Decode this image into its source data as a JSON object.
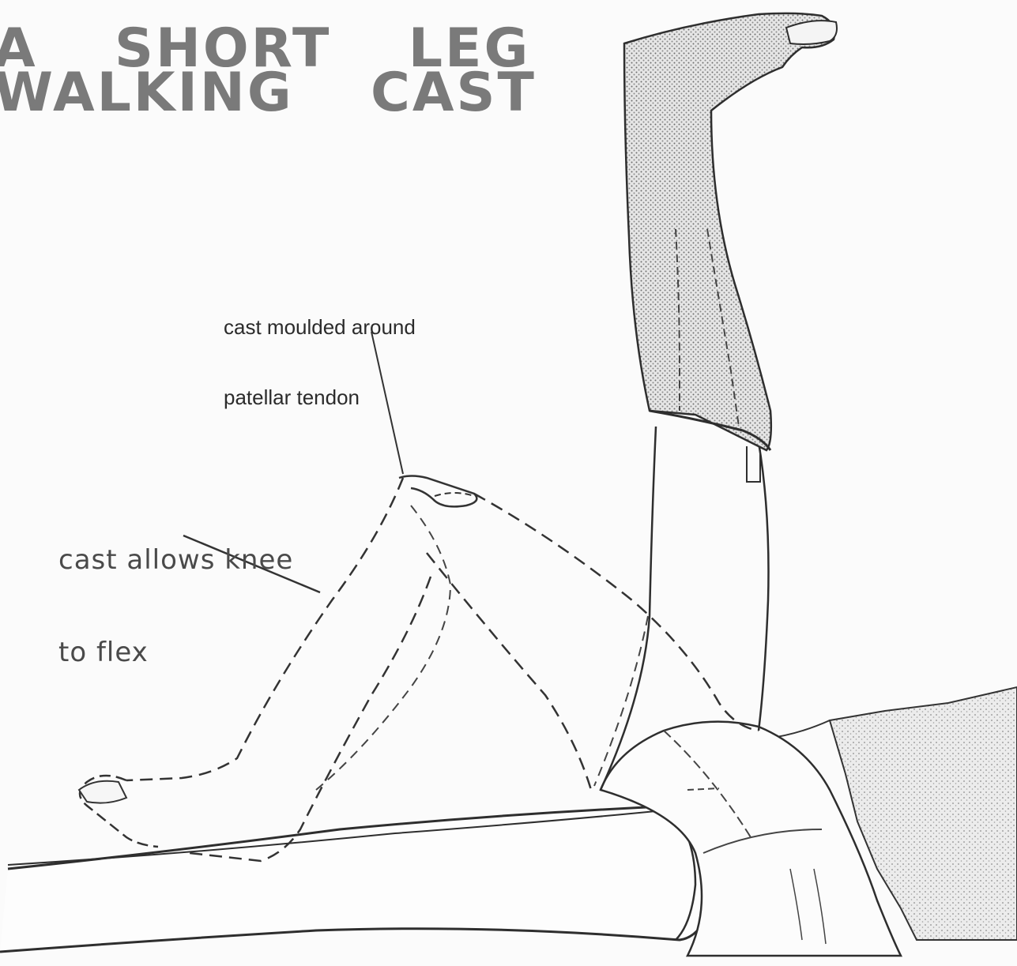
{
  "title": {
    "line1": "A  SHORT  LEG",
    "line2": "WALKING  CAST"
  },
  "annotations": {
    "patellar": {
      "line1": "cast moulded around",
      "line2": "patellar tendon"
    },
    "flex": {
      "line1": "cast allows knee",
      "line2": "to flex"
    }
  }
}
